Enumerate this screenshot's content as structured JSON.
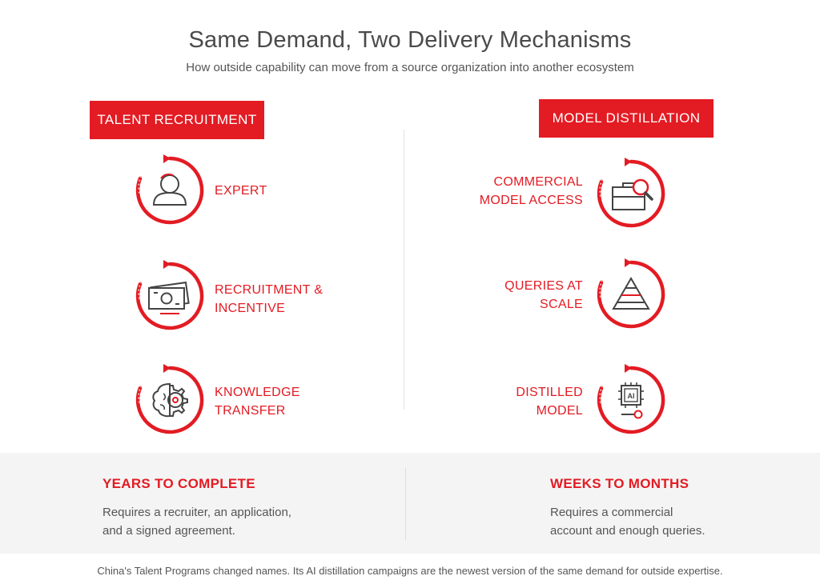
{
  "title": "Same Demand, Two Delivery Mechanisms",
  "subtitle": "How outside capability can move from a source organization into another ecosystem",
  "left": {
    "header": "TALENT RECRUITMENT",
    "steps": [
      {
        "icon": "person-icon",
        "lines": [
          "EXPERT"
        ]
      },
      {
        "icon": "money-icon",
        "lines": [
          "RECRUITMENT &",
          "INCENTIVE"
        ]
      },
      {
        "icon": "brain-gear-icon",
        "lines": [
          "KNOWLEDGE",
          "TRANSFER"
        ]
      }
    ]
  },
  "right": {
    "header": "MODEL DISTILLATION",
    "steps": [
      {
        "icon": "briefcase-search-icon",
        "lines": [
          "COMMERCIAL",
          "MODEL ACCESS"
        ]
      },
      {
        "icon": "pyramid-icon",
        "lines": [
          "QUERIES AT",
          "SCALE"
        ]
      },
      {
        "icon": "ai-chip-icon",
        "lines": [
          "DISTILLED",
          "MODEL"
        ]
      }
    ]
  },
  "summary": {
    "left": {
      "heading": "YEARS TO COMPLETE",
      "lines": [
        "Requires a recruiter, an application,",
        "and a signed agreement."
      ]
    },
    "right": {
      "heading": "WEEKS TO MONTHS",
      "lines": [
        "Requires a commercial",
        "account and enough queries."
      ]
    }
  },
  "footnote": "China's Talent Programs changed names. Its AI distillation campaigns are the newest version of the same demand for outside expertise.",
  "colors": {
    "accent": "#e31b23",
    "text": "#4a4a4a",
    "band": "#f4f4f4"
  }
}
